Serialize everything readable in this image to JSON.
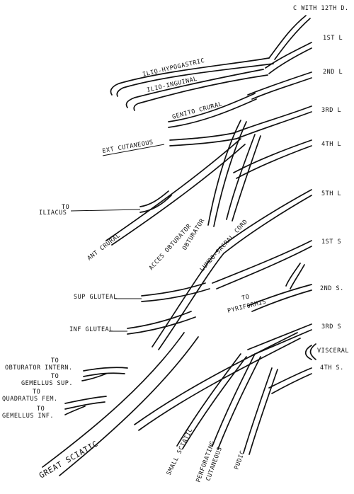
{
  "roots": {
    "c12d": "C WITH 12TH D.",
    "l1": "1ST L",
    "l2": "2ND L",
    "l3": "3RD L",
    "l4": "4TH L",
    "l5": "5TH L",
    "s1": "1ST S",
    "s2": "2ND S.",
    "s3": "3RD S",
    "visceral": "VISCERAL",
    "s4": "4TH S."
  },
  "branches": {
    "ilio_hypogastric": "ILIO-HYPOGASTRIC",
    "ilio_inguinal": "ILIO-INGUINAL",
    "genito_crural": "GENITO CRURAL",
    "ext_cutaneous": "EXT CUTANEOUS",
    "to_iliacus_1": "TO",
    "to_iliacus_2": "ILIACUS",
    "ant_crural": "ANT CRURAL",
    "acces_obturator": "ACCES OBTURATOR",
    "obturator": "OBTURATOR",
    "lumbo_sacral_cord": "LUMBO-SACRAL CORD",
    "sup_gluteal": "SUP GLUTEAL",
    "to_pyriformis_1": "TO",
    "to_pyriformis_2": "PYRIFORMIS",
    "inf_gluteal": "INF GLUTEAL",
    "to_obturator_1": "TO",
    "to_obturator_2": "OBTURATOR INTERN.",
    "to_gemellus_sup_1": "TO",
    "to_gemellus_sup_2": "GEMELLUS SUP.",
    "to_quadratus_1": "TO",
    "to_quadratus_2": "QUADRATUS FEM.",
    "to_gemellus_inf_1": "TO",
    "to_gemellus_inf_2": "GEMELLUS INF.",
    "great_sciatic": "GREAT SCIATIC",
    "small_sciatic": "SMALL SCIATIC",
    "perforating_1": "PERFORATING",
    "perforating_2": "CUTANEOUS",
    "pudic": "PUDIC"
  }
}
